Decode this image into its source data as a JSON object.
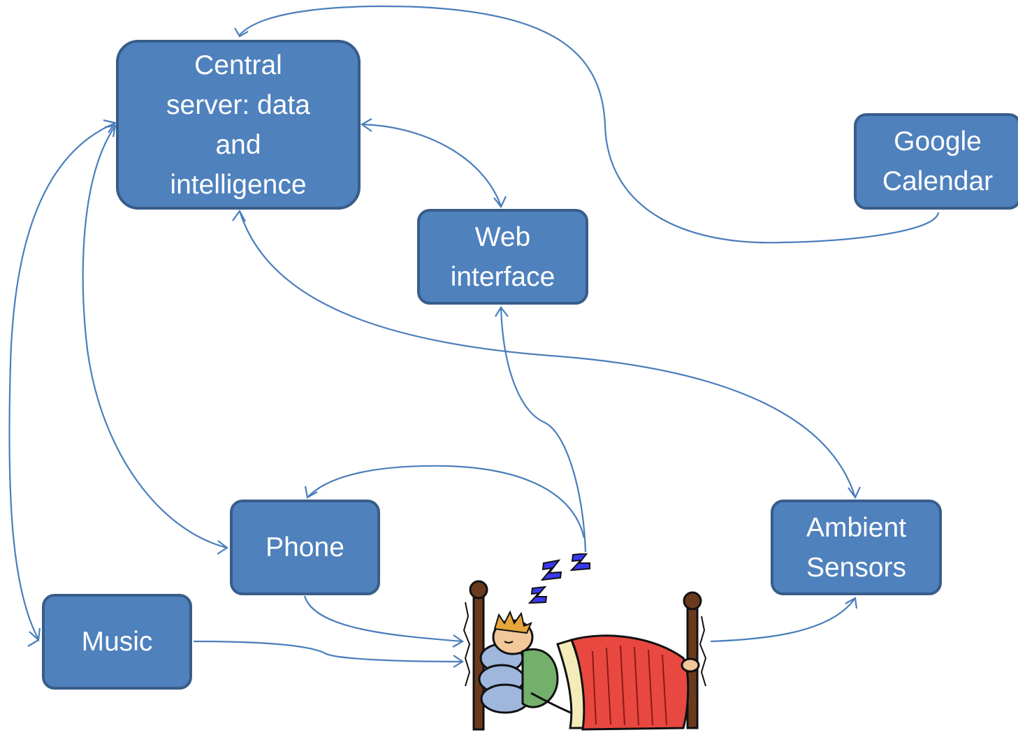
{
  "nodes": {
    "central": "Central server: data and intelligence",
    "web": "Web interface",
    "gcal": "Google Calendar",
    "phone": "Phone",
    "ambient": "Ambient Sensors",
    "music": "Music"
  },
  "illustration": "sleeping-person-in-bed",
  "colors": {
    "node_fill": "#4f81bd",
    "node_border": "#385d8a",
    "arrow": "#4a7ebb",
    "node_text": "#ffffff"
  }
}
